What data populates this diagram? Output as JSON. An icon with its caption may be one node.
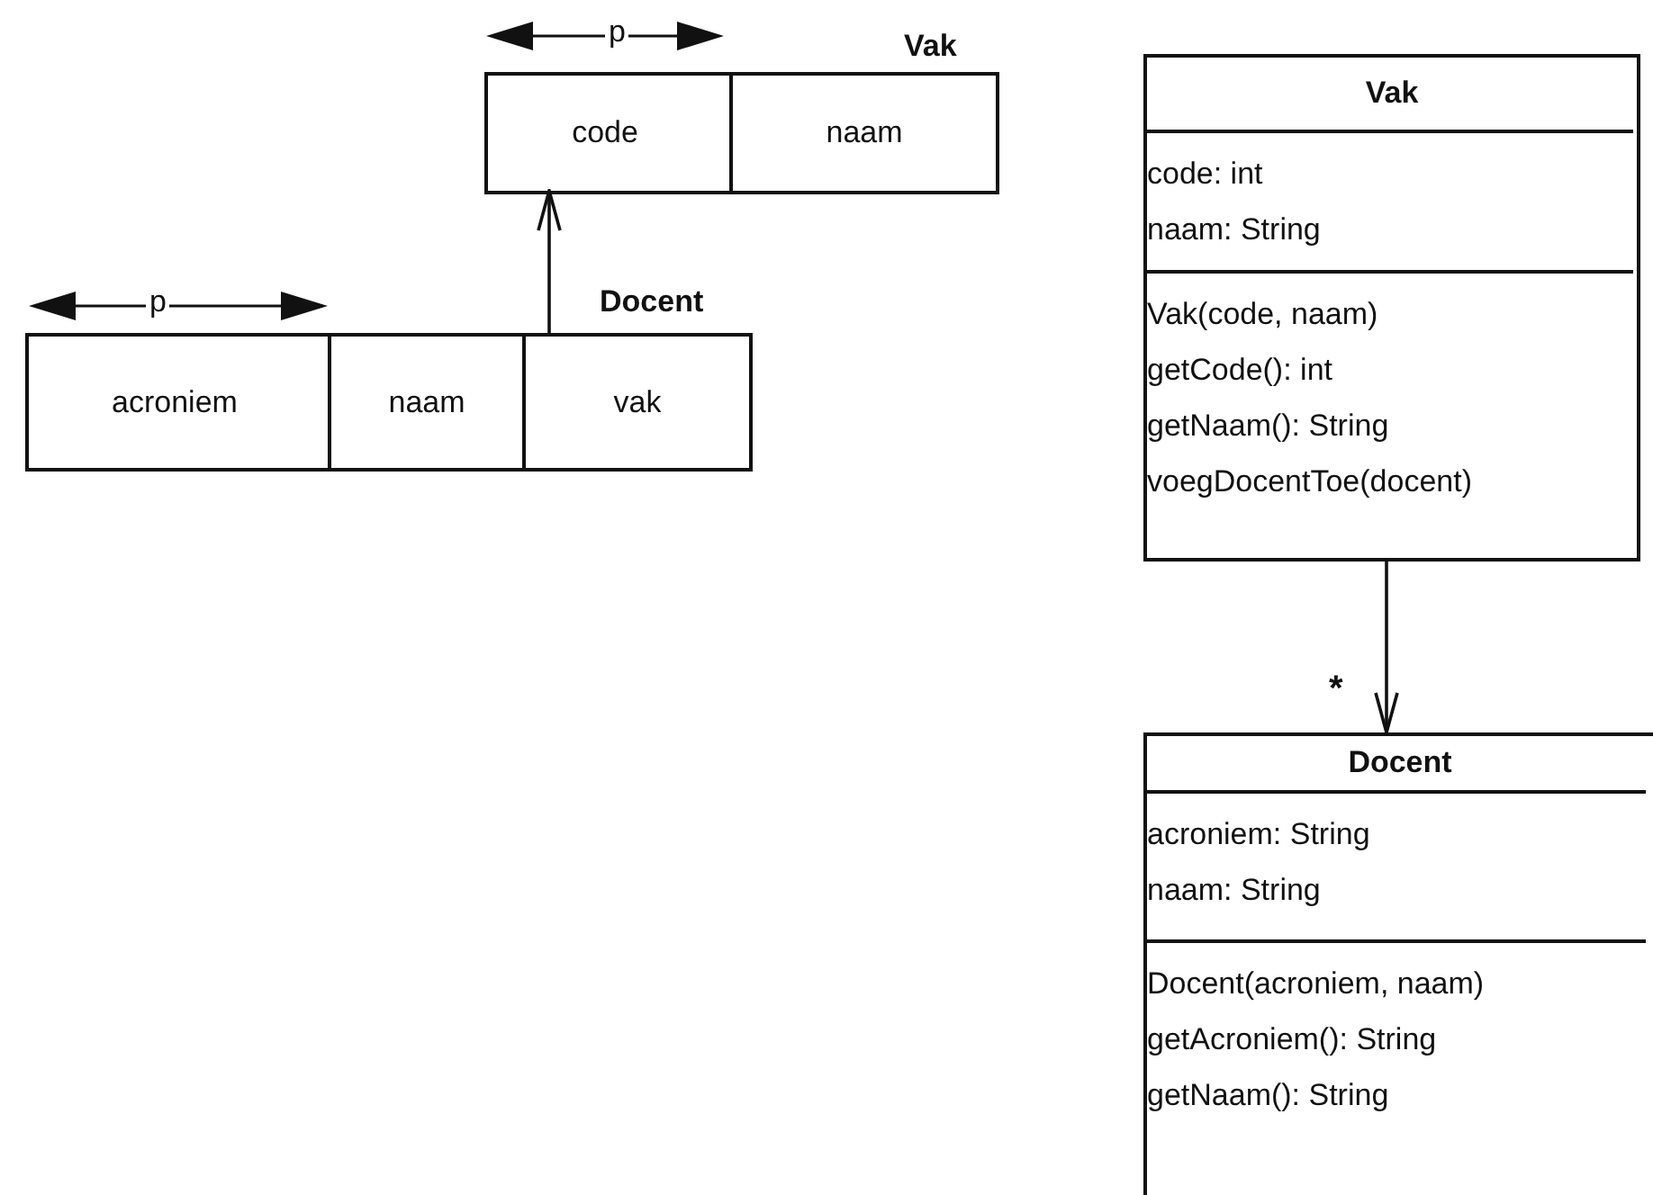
{
  "diagram": {
    "nodes": [
      {
        "text": [
          "Vak"
        ]
      },
      {
        "text": [
          "code"
        ],
        "in": 0
      },
      {
        "text": [
          "naam"
        ],
        "in": 0
      },
      {
        "text": [
          "Docent"
        ]
      },
      {
        "text": [
          "acroniem"
        ],
        "in": 3
      },
      {
        "text": [
          "naam"
        ],
        "in": 3
      },
      {
        "text": [
          "vak"
        ],
        "in": 3
      },
      {
        "text": [
          "Vak"
        ]
      },
      {
        "text": [
          "code: int",
          "naam: String"
        ],
        "in": 7
      },
      {
        "text": [
          "Vak(code, naam)",
          "getCode(): int",
          "getNaam(): String",
          "voegDocentToe(docent)"
        ],
        "in": 7
      },
      {
        "text": [
          "Docent"
        ]
      },
      {
        "text": [
          "acroniem: String",
          "naam: String"
        ],
        "in": 10
      },
      {
        "text": [
          "Docent(acroniem, naam)",
          "getAcroniem(): String",
          "getNaam(): String"
        ],
        "in": 10
      }
    ],
    "edges": [
      {
        "from": 6,
        "to": 1,
        "arrow": "to"
      },
      {
        "from": 7,
        "to": 10,
        "arrow": "to",
        "label": "*"
      }
    ],
    "labels": [
      "p",
      "p"
    ]
  }
}
